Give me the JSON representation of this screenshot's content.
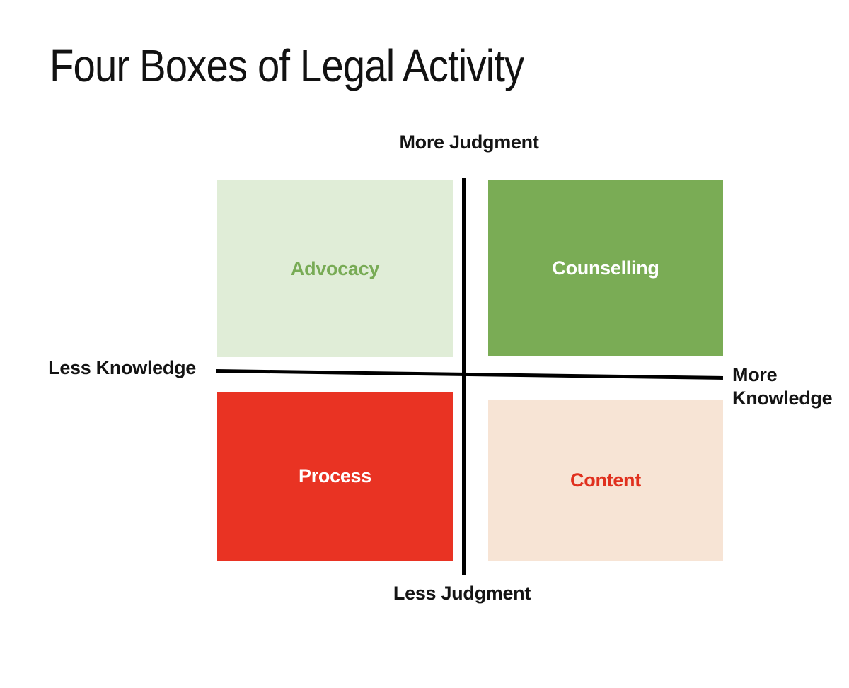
{
  "title": "Four Boxes of Legal Activity",
  "axes": {
    "top_label": "More Judgment",
    "bottom_label": "Less Judgment",
    "left_label": "Less Knowledge",
    "right_label_line1": "More",
    "right_label_line2": "Knowledge"
  },
  "quadrants": [
    {
      "id": "advocacy",
      "position": "top-left",
      "label": "Advocacy",
      "bg": "#E0EDD7",
      "text_color": "#78AB55"
    },
    {
      "id": "counselling",
      "position": "top-right",
      "label": "Counselling",
      "bg": "#7AAC55",
      "text_color": "#FFFFFF"
    },
    {
      "id": "process",
      "position": "bottom-left",
      "label": "Process",
      "bg": "#E93323",
      "text_color": "#FFFFFF"
    },
    {
      "id": "content",
      "position": "bottom-right",
      "label": "Content",
      "bg": "#F7E4D5",
      "text_color": "#E0301E"
    }
  ],
  "colors": {
    "axis_line": "#000000",
    "label_text": "#141414",
    "background": "#FFFFFF"
  }
}
